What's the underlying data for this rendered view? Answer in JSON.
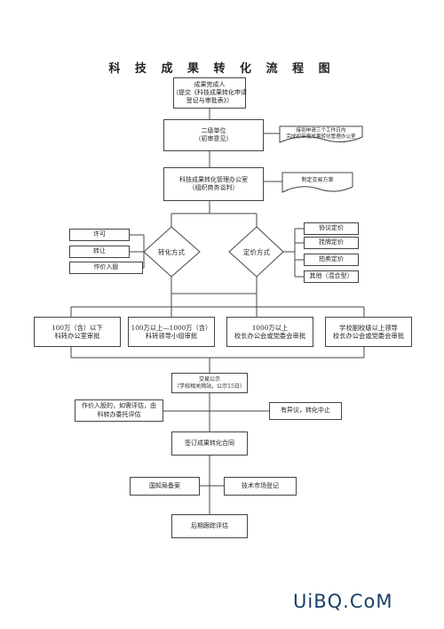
{
  "diagram": {
    "title": "科 技 成 果 转 化 流 程 图",
    "nodes": {
      "applicant": [
        "成果完成人",
        "（提交《科技成果转化申请",
        "登记与审批表》）"
      ],
      "unit": [
        "二级单位",
        "（初审意见）"
      ],
      "office": [
        "科技成果转化管理办公室",
        "（组织商务谈判）"
      ],
      "convert_mode": "转化方式",
      "pricing_mode": "定价方式",
      "license": "许可",
      "transfer": "转让",
      "equity": "作价入股",
      "negotiated": "协议定价",
      "listing": "挂牌定价",
      "auction": "拍卖定价",
      "other": "其他（混合型）",
      "approve_1": [
        "100万（含）以下",
        "科转办公室审批"
      ],
      "approve_2": [
        "100万以上—1000万（含）",
        "科转领导小组审批"
      ],
      "approve_3": [
        "1000万以上",
        "校长办公会或党委会审批"
      ],
      "approve_4": [
        "学校副校级以上领导",
        "校长办公会或党委会审批"
      ],
      "publicity": [
        "交易公示",
        "（学校相关网站，公示15日）"
      ],
      "equity_eval": [
        "作价入股的，如需评估，由",
        "科转办委托评估"
      ],
      "objection": "有异议，转化中止",
      "contract": "签订成果转化合同",
      "ip_filing": "国知局备案",
      "market_reg": "技术市场登记",
      "followup": "后期跟踪评估"
    },
    "notes": {
      "report": [
        "接到申请三个工作日内",
        "完成初审报成果转化管理办公室"
      ],
      "plan": "制定交易方案"
    }
  },
  "watermark": "UiBQ.CoM"
}
